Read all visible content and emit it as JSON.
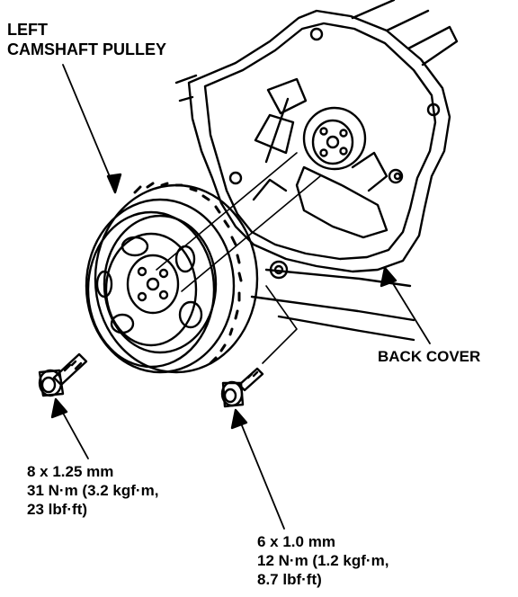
{
  "labels": {
    "pulley": {
      "line1": "LEFT",
      "line2": "CAMSHAFT PULLEY"
    },
    "back_cover": "BACK COVER",
    "bolt_large": {
      "size": "8 x 1.25 mm",
      "torque1": "31 N·m (3.2 kgf·m,",
      "torque2": "23 lbf·ft)"
    },
    "bolt_small": {
      "size": "6 x 1.0 mm",
      "torque1": "12 N·m (1.2 kgf·m,",
      "torque2": "8.7 lbf·ft)"
    }
  }
}
